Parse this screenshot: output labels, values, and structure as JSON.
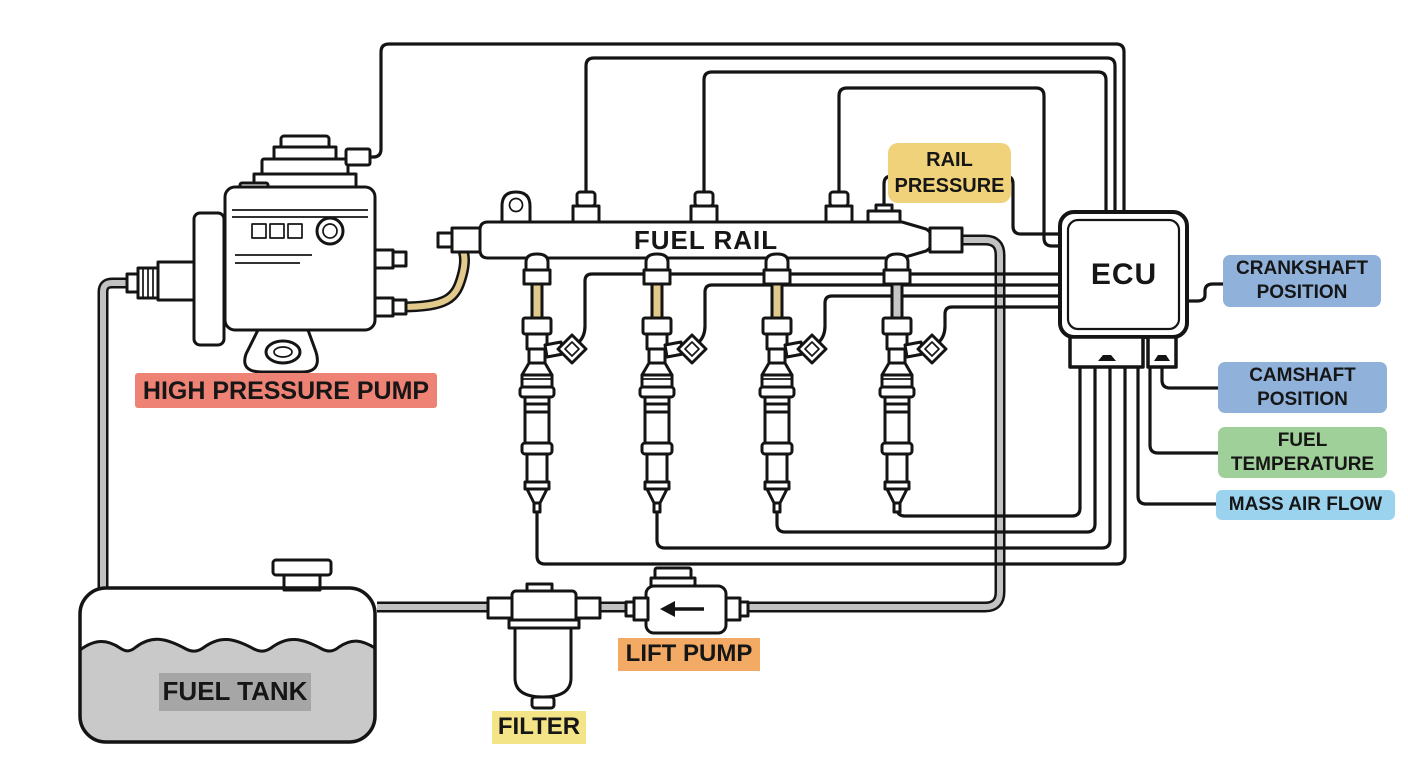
{
  "labels": {
    "high_pressure_pump": {
      "text": "HIGH PRESSURE PUMP",
      "bg": "#ee8274"
    },
    "fuel_rail": {
      "text": "FUEL RAIL"
    },
    "rail_pressure": {
      "line1": "RAIL",
      "line2": "PRESSURE",
      "bg": "#efd27a"
    },
    "ecu": {
      "text": "ECU"
    },
    "crankshaft_position": {
      "line1": "CRANKSHAFT",
      "line2": "POSITION",
      "bg": "#8fb1da"
    },
    "camshaft_position": {
      "line1": "CAMSHAFT",
      "line2": "POSITION",
      "bg": "#8fb1da"
    },
    "fuel_temperature": {
      "line1": "FUEL",
      "line2": "TEMPERATURE",
      "bg": "#9fd09a"
    },
    "mass_air_flow": {
      "text": "MASS AIR FLOW",
      "bg": "#9bd3ee"
    },
    "fuel_tank": {
      "text": "FUEL TANK",
      "bg": "#a6a6a6"
    },
    "filter": {
      "text": "FILTER",
      "bg": "#f4e488"
    },
    "lift_pump": {
      "text": "LIFT PUMP",
      "bg": "#f2aa64"
    }
  },
  "system": {
    "injector_count": 4,
    "flow_arrow_direction": "left"
  },
  "colors": {
    "line_art": "#141414",
    "low_pressure_pipe": "#c2c2c2",
    "high_pressure_pipe": "#e2c98c",
    "fuel_fill": "#c9c9c9"
  }
}
